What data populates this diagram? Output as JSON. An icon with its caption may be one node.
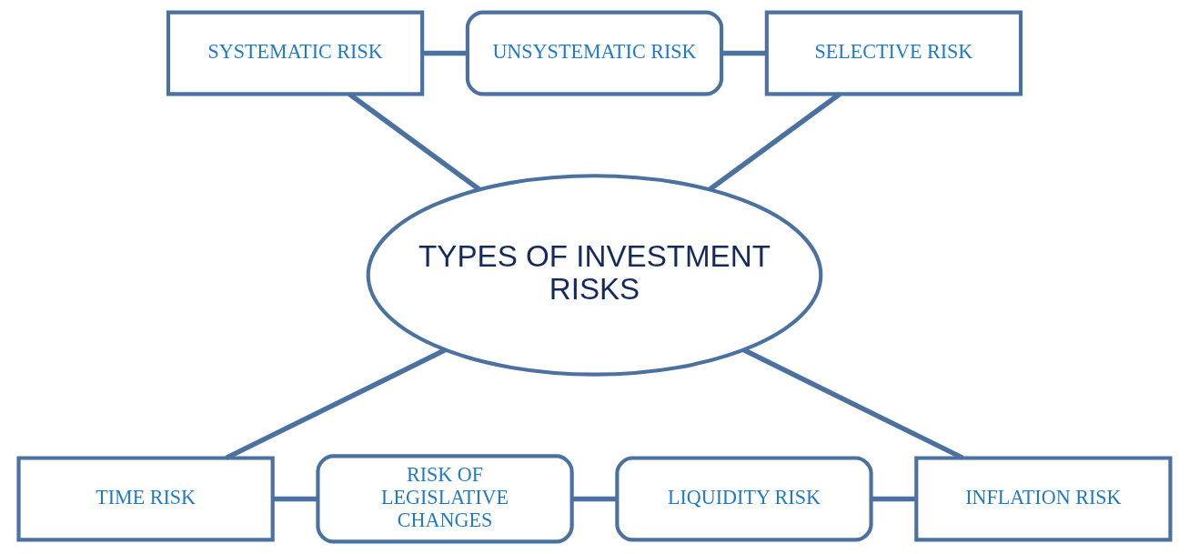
{
  "diagram": {
    "nodes": [
      {
        "text": [
          "SYSTEMATIC RISK"
        ]
      },
      {
        "text": [
          "UNSYSTEMATIC RISK"
        ]
      },
      {
        "text": [
          "SELECTIVE RISK"
        ]
      },
      {
        "text": [
          "TYPES OF INVESTMENT RISKS"
        ]
      },
      {
        "text": [
          "TIME RISK"
        ]
      },
      {
        "text": [
          "RISK OF LEGISLATIVE CHANGES"
        ]
      },
      {
        "text": [
          "LIQUIDITY RISK"
        ]
      },
      {
        "text": [
          "INFLATION RISK"
        ]
      }
    ],
    "edges": [
      {
        "from": 0,
        "to": 1,
        "arrow": "none"
      },
      {
        "from": 1,
        "to": 2,
        "arrow": "none"
      },
      {
        "from": 3,
        "to": 0,
        "arrow": "none"
      },
      {
        "from": 3,
        "to": 2,
        "arrow": "none"
      },
      {
        "from": 3,
        "to": 4,
        "arrow": "none"
      },
      {
        "from": 4,
        "to": 5,
        "arrow": "none"
      },
      {
        "from": 5,
        "to": 6,
        "arrow": "none"
      },
      {
        "from": 6,
        "to": 7,
        "arrow": "none"
      },
      {
        "from": 3,
        "to": 7,
        "arrow": "none"
      }
    ]
  }
}
